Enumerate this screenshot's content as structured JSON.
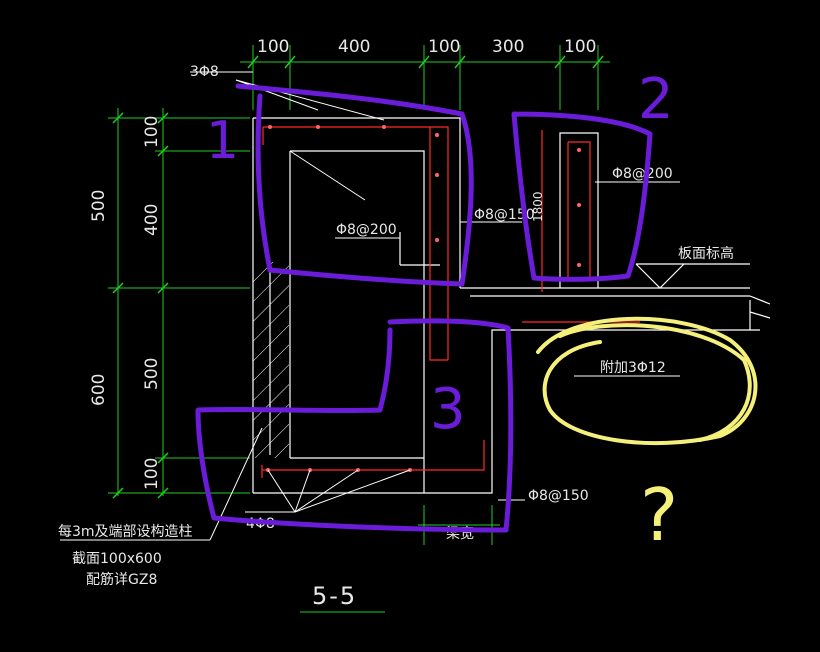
{
  "dimensions": {
    "top": [
      "100",
      "400",
      "100",
      "300",
      "100"
    ],
    "left_outer": [
      "500",
      "600"
    ],
    "left_inner": [
      "100",
      "400",
      "500",
      "100"
    ],
    "h1800": "1800"
  },
  "labels": {
    "top_bars": "3Φ8",
    "stirrup_a": "Φ8@200",
    "stirrup_b": "Φ8@150",
    "stirrup_c": "Φ8@200",
    "slab_level": "板面标高",
    "extra_bars": "附加3Φ12",
    "bottom_stirrup": "Φ8@150",
    "bottom_bars": "4Φ8",
    "beam_width": "梁宽",
    "note_line1": "每3m及端部设构造柱",
    "note_line2": "截面100x600",
    "note_line3": "配筋详GZ8",
    "section_title": "5-5"
  },
  "annotations": {
    "mark_1": "1",
    "mark_2": "2",
    "mark_3": "3",
    "question": "?"
  },
  "colors": {
    "background": "#000000",
    "concrete": "#ffffff",
    "rebar": "#ff2a2a",
    "dimension": "#22cc22",
    "purple_markup": "#6a1cd8",
    "yellow_markup": "#f4f07a"
  }
}
